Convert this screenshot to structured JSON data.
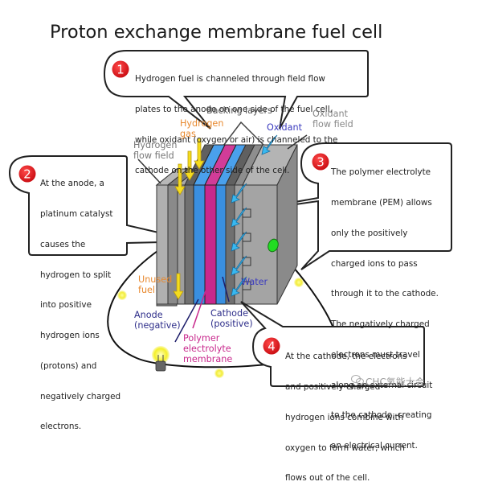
{
  "title": "Proton exchange membrane fuel cell",
  "colors": {
    "badge_red": "#d61116",
    "hydrogen_orange": "#e8892f",
    "oxidant_blue": "#3b3bbf",
    "membrane_magenta": "#c8288c",
    "electrode_blue": "#3a8fe0",
    "plate_gray": "#9a9a9a",
    "fuel_yellow": "#f5dc1e",
    "water_cyan": "#38b8f0",
    "electron_yellow": "#f2ec3a",
    "water_green": "#22dd22",
    "label_gray": "#777777"
  },
  "callouts": [
    {
      "number": "1",
      "lines": [
        "Hydrogen fuel is channeled through field flow",
        "plates to the anode on one side of the fuel cell,",
        "while oxidant (oxygen or air) is channeled to the",
        "cathode on the other side of the cell."
      ]
    },
    {
      "number": "2",
      "lines": [
        "At the anode, a",
        "platinum catalyst",
        "causes the",
        "hydrogen to split",
        "into positive",
        "hydrogen ions",
        "(protons) and",
        "negatively charged",
        "electrons."
      ]
    },
    {
      "number": "3",
      "lines": [
        "The polymer electrolyte",
        "membrane (PEM) allows",
        "only the positively",
        "charged ions to pass",
        "through it to the cathode.",
        "The negatively charged",
        "electrons must travel",
        "along an external circuit",
        "to the cathode, creating",
        "an electrical current."
      ]
    },
    {
      "number": "4",
      "lines": [
        "At the cathode, the electrons",
        "and positively charged",
        "hydrogen ions combine with",
        "oxygen to form water, which",
        "flows out of the cell."
      ]
    }
  ],
  "labels": {
    "backing_layers": "Backing layers",
    "hydrogen_gas": "Hydrogen\ngas",
    "hydrogen_flow_field": "Hydrogen\nflow field",
    "oxidant": "Oxidant",
    "oxidant_flow_field": "Oxidant\nflow field",
    "unused_fuel": "Unused\nfuel",
    "water": "Water",
    "anode": "Anode\n(negative)",
    "cathode": "Cathode\n(positive)",
    "polymer_electrolyte_membrane": "Polymer\nelectrolyte\nmembrane"
  },
  "icons": {
    "light_bulb": "light-bulb-icon",
    "electron": "electron-icon",
    "water_drop": "water-drop-icon",
    "hydrogen_arrow": "hydrogen-arrow-icon",
    "oxidant_arrow": "oxidant-arrow-icon"
  },
  "watermark": "CHC氢能大会"
}
